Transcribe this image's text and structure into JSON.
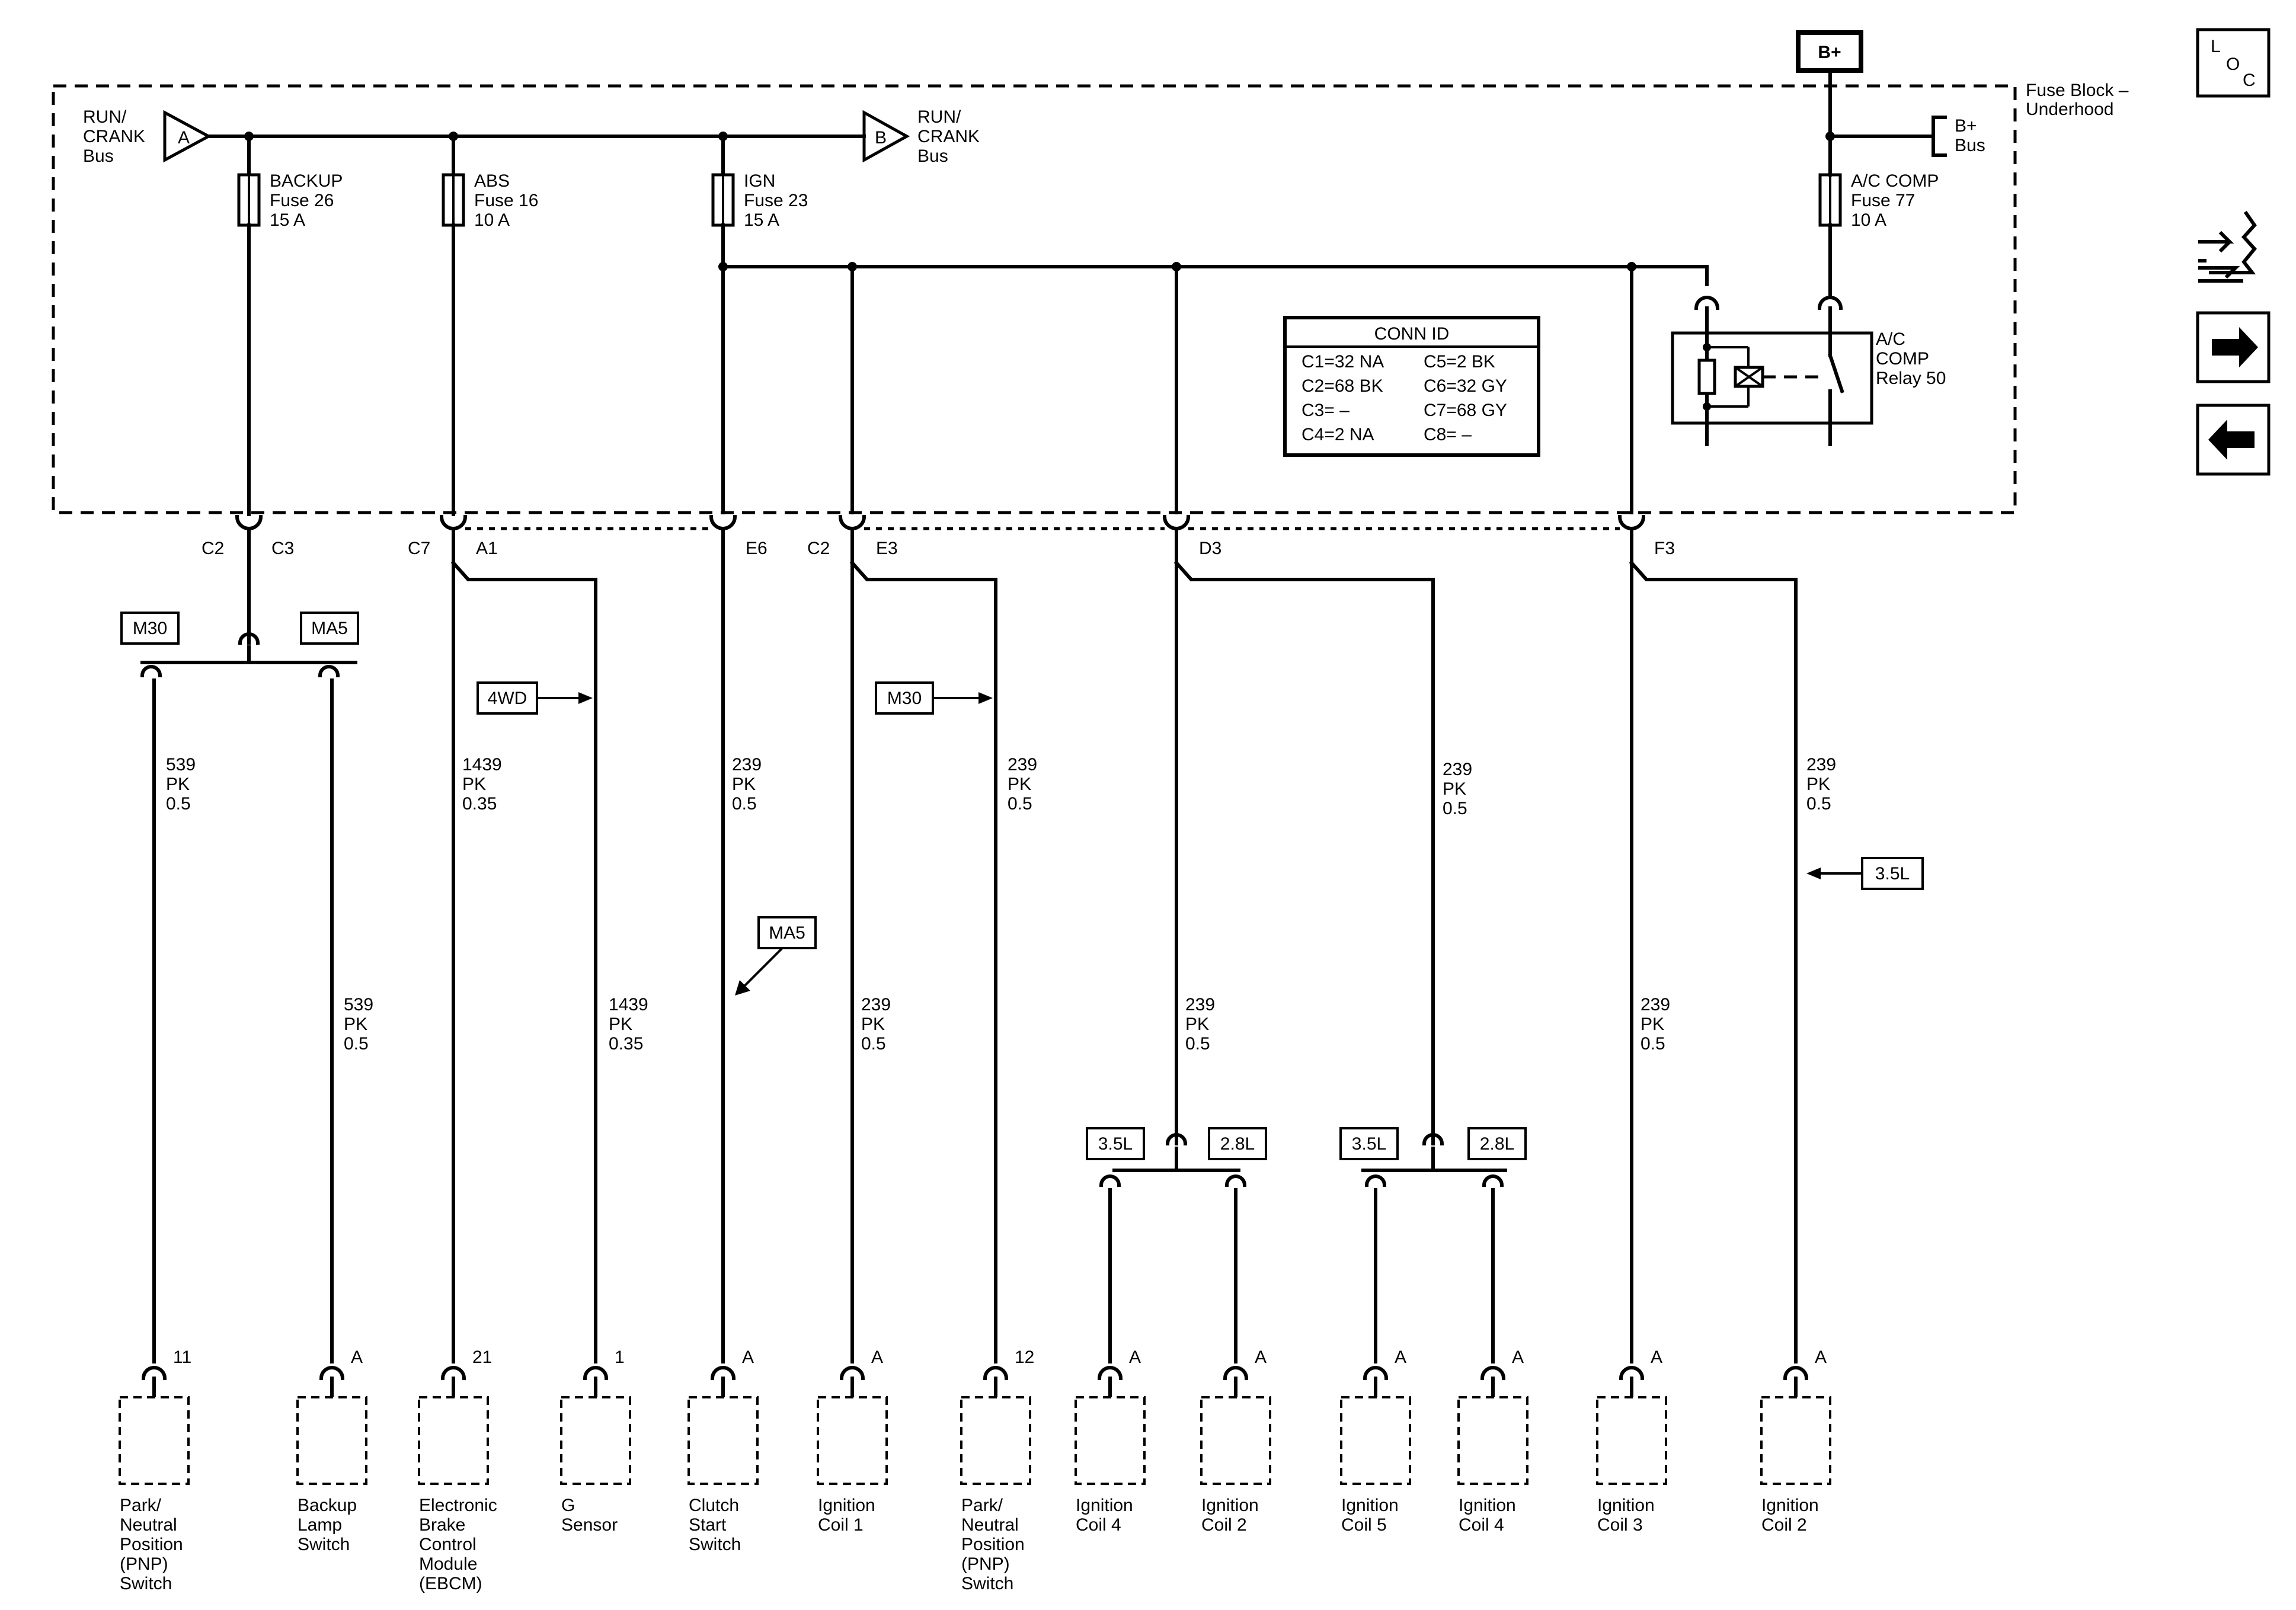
{
  "fuse_block": {
    "label": [
      "Fuse Block –",
      "Underhood"
    ],
    "bplus_top": "B+",
    "bplus_bus": [
      "B+",
      "Bus"
    ]
  },
  "buses": {
    "a": {
      "letter": "A",
      "label": [
        "RUN/",
        "CRANK",
        "Bus"
      ]
    },
    "b": {
      "letter": "B",
      "label": [
        "RUN/",
        "CRANK",
        "Bus"
      ]
    }
  },
  "fuses": [
    {
      "name": "BACKUP",
      "fuse": "Fuse 26",
      "amps": "15 A"
    },
    {
      "name": "ABS",
      "fuse": "Fuse 16",
      "amps": "10 A"
    },
    {
      "name": "IGN",
      "fuse": "Fuse 23",
      "amps": "15 A"
    },
    {
      "name": "A/C COMP",
      "fuse": "Fuse 77",
      "amps": "10 A"
    }
  ],
  "relay": {
    "label": [
      "A/C",
      "COMP",
      "Relay 50"
    ]
  },
  "conn_id": {
    "title": "CONN ID",
    "rows": [
      [
        "C1=32 NA",
        "C5=2 BK"
      ],
      [
        "C2=68 BK",
        "C6=32 GY"
      ],
      [
        "C3= –",
        "C7=68 GY"
      ],
      [
        "C4=2 NA",
        "C8= –"
      ]
    ]
  },
  "connector_labels": [
    {
      "left": "C2",
      "right": "C3"
    },
    {
      "left": "C7",
      "right": "A1"
    },
    {
      "left": "",
      "right": "E6"
    },
    {
      "left": "C2",
      "right": "E3"
    },
    {
      "left": "",
      "right": "D3"
    },
    {
      "left": "",
      "right": "F3"
    }
  ],
  "option_tags": {
    "m30_top": "M30",
    "ma5_top": "MA5",
    "fwd": "4WD",
    "m30_mid": "M30",
    "ma5_mid": "MA5",
    "l35_right": "3.5L",
    "l35_a": "3.5L",
    "l28_a": "2.8L",
    "l35_b": "3.5L",
    "l28_b": "2.8L"
  },
  "wire_labels": [
    [
      "539",
      "PK",
      "0.5"
    ],
    [
      "539",
      "PK",
      "0.5"
    ],
    [
      "1439",
      "PK",
      "0.35"
    ],
    [
      "1439",
      "PK",
      "0.35"
    ],
    [
      "239",
      "PK",
      "0.5"
    ],
    [
      "239",
      "PK",
      "0.5"
    ],
    [
      "239",
      "PK",
      "0.5"
    ],
    [
      "239",
      "PK",
      "0.5"
    ],
    [
      "239",
      "PK",
      "0.5"
    ],
    [
      "239",
      "PK",
      "0.5"
    ],
    [
      "239",
      "PK",
      "0.5"
    ]
  ],
  "components": [
    {
      "pin": "11",
      "label": [
        "Park/",
        "Neutral",
        "Position",
        "(PNP)",
        "Switch"
      ]
    },
    {
      "pin": "A",
      "label": [
        "Backup",
        "Lamp",
        "Switch"
      ]
    },
    {
      "pin": "21",
      "label": [
        "Electronic",
        "Brake",
        "Control",
        "Module",
        "(EBCM)"
      ]
    },
    {
      "pin": "1",
      "label": [
        "G",
        "Sensor"
      ]
    },
    {
      "pin": "A",
      "label": [
        "Clutch",
        "Start",
        "Switch"
      ]
    },
    {
      "pin": "A",
      "label": [
        "Ignition",
        "Coil 1"
      ]
    },
    {
      "pin": "12",
      "label": [
        "Park/",
        "Neutral",
        "Position",
        "(PNP)",
        "Switch"
      ]
    },
    {
      "pin": "A",
      "label": [
        "Ignition",
        "Coil 4"
      ]
    },
    {
      "pin": "A",
      "label": [
        "Ignition",
        "Coil 2"
      ]
    },
    {
      "pin": "A",
      "label": [
        "Ignition",
        "Coil 5"
      ]
    },
    {
      "pin": "A",
      "label": [
        "Ignition",
        "Coil 4"
      ]
    },
    {
      "pin": "A",
      "label": [
        "Ignition",
        "Coil 3"
      ]
    },
    {
      "pin": "A",
      "label": [
        "Ignition",
        "Coil 2"
      ]
    }
  ],
  "side_nav": {
    "loc": [
      "L",
      "O",
      "C"
    ],
    "icons": [
      "connector-route-icon",
      "next-page-arrow-icon",
      "previous-page-arrow-icon"
    ]
  }
}
